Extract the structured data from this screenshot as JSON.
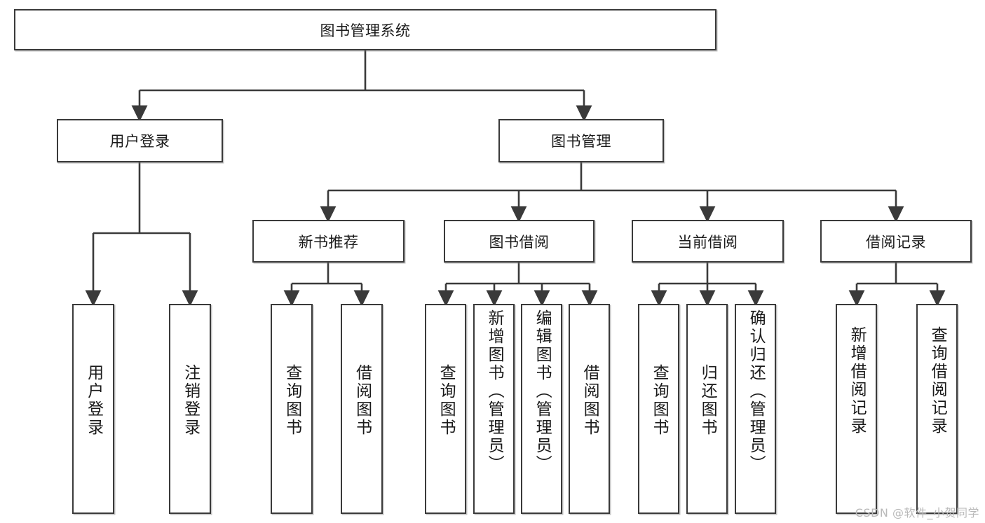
{
  "diagram": {
    "title": "图书管理系统",
    "type": "tree",
    "root": {
      "id": "root",
      "label": "图书管理系统"
    },
    "level2": [
      {
        "id": "user-login",
        "label": "用户登录"
      },
      {
        "id": "book-manage",
        "label": "图书管理"
      }
    ],
    "level3": [
      {
        "id": "new-book-rec",
        "label": "新书推荐"
      },
      {
        "id": "book-borrow",
        "label": "图书借阅"
      },
      {
        "id": "current-borrow",
        "label": "当前借阅"
      },
      {
        "id": "borrow-record",
        "label": "借阅记录"
      }
    ],
    "leaves": {
      "user_login": [
        {
          "id": "leaf-user-login",
          "label": "用户登录"
        },
        {
          "id": "leaf-logout",
          "label": "注销登录"
        }
      ],
      "new_book_rec": [
        {
          "id": "leaf-query-book-1",
          "label": "查询图书"
        },
        {
          "id": "leaf-borrow-book-1",
          "label": "借阅图书"
        }
      ],
      "book_borrow": [
        {
          "id": "leaf-query-book-2",
          "label": "查询图书"
        },
        {
          "id": "leaf-add-book",
          "label": "新增图书（管理员）"
        },
        {
          "id": "leaf-edit-book",
          "label": "编辑图书（管理员）"
        },
        {
          "id": "leaf-borrow-book-2",
          "label": "借阅图书"
        }
      ],
      "current_borrow": [
        {
          "id": "leaf-query-book-3",
          "label": "查询图书"
        },
        {
          "id": "leaf-return-book",
          "label": "归还图书"
        },
        {
          "id": "leaf-confirm-return",
          "label": "确认归还（管理员）"
        }
      ],
      "borrow_record": [
        {
          "id": "leaf-add-record",
          "label": "新增借阅记录"
        },
        {
          "id": "leaf-query-record",
          "label": "查询借阅记录"
        }
      ]
    },
    "colors": {
      "stroke": "#3a3a3a",
      "fill": "#ffffff",
      "text": "#1a1a1a",
      "watermark": "#b9b9b9"
    }
  },
  "watermark": {
    "text": "CSDN @软件_小贺同学"
  }
}
